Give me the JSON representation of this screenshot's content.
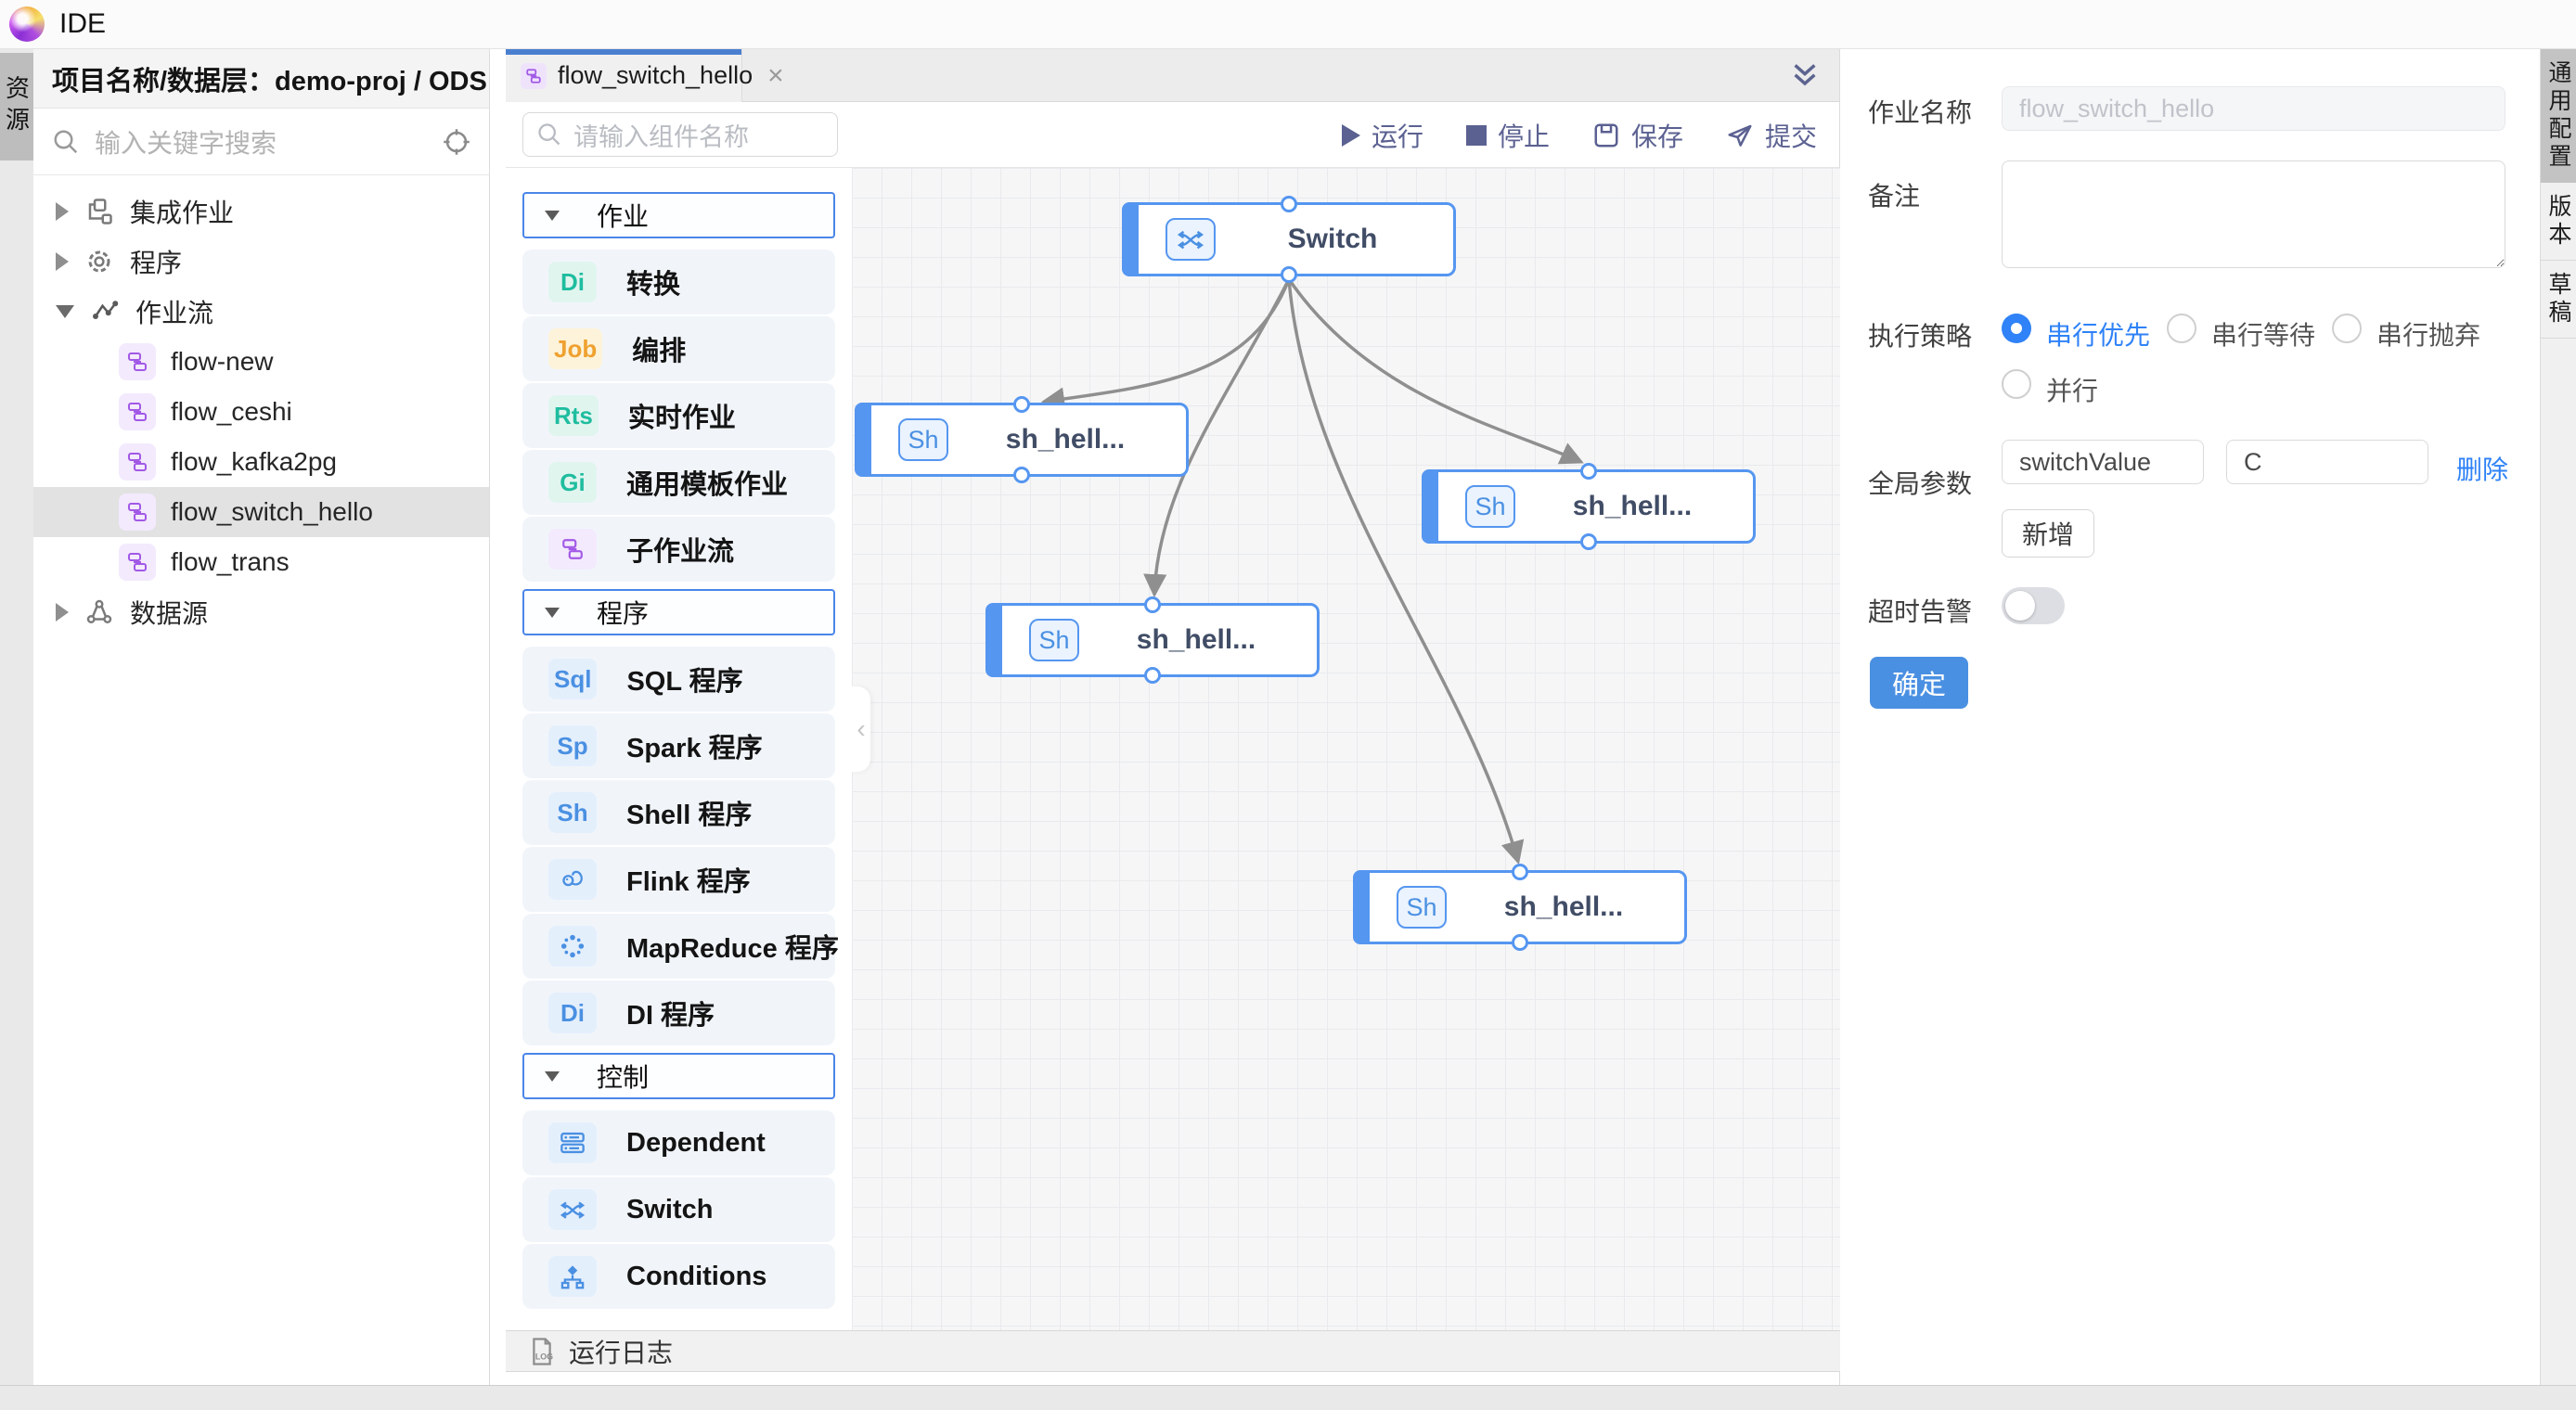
{
  "titlebar": {
    "app_title": "IDE"
  },
  "left_strip": {
    "tabs": [
      {
        "label": "资源",
        "active": true
      }
    ]
  },
  "sidebar": {
    "header": "项目名称/数据层：demo-proj / ODS",
    "search_placeholder": "输入关键字搜索",
    "tree": [
      {
        "label": "集成作业",
        "type": "group",
        "expanded": false
      },
      {
        "label": "程序",
        "type": "group",
        "expanded": false
      },
      {
        "label": "作业流",
        "type": "group",
        "expanded": true
      },
      {
        "label": "flow-new",
        "type": "flow"
      },
      {
        "label": "flow_ceshi",
        "type": "flow"
      },
      {
        "label": "flow_kafka2pg",
        "type": "flow"
      },
      {
        "label": "flow_switch_hello",
        "type": "flow",
        "selected": true
      },
      {
        "label": "flow_trans",
        "type": "flow"
      },
      {
        "label": "数据源",
        "type": "group",
        "expanded": false
      }
    ]
  },
  "tabs": {
    "items": [
      {
        "label": "flow_switch_hello",
        "active": true
      }
    ],
    "close_glyph": "×"
  },
  "toolbar": {
    "run": "运行",
    "stop": "停止",
    "save": "保存",
    "submit": "提交"
  },
  "palette": {
    "search_placeholder": "请输入组件名称",
    "sections": [
      {
        "title": "作业",
        "items": [
          {
            "badge": "Di",
            "style": "teal",
            "label": "转换"
          },
          {
            "badge": "Job",
            "style": "amber",
            "label": "编排"
          },
          {
            "badge": "Rts",
            "style": "teal",
            "label": "实时作业"
          },
          {
            "badge": "Gi",
            "style": "teal",
            "label": "通用模板作业"
          },
          {
            "badge": "",
            "style": "purple",
            "icon": "subflow-icon",
            "label": "子作业流"
          }
        ]
      },
      {
        "title": "程序",
        "items": [
          {
            "badge": "Sql",
            "style": "blue",
            "label": "SQL 程序"
          },
          {
            "badge": "Sp",
            "style": "blue",
            "label": "Spark 程序"
          },
          {
            "badge": "Sh",
            "style": "blue",
            "label": "Shell 程序"
          },
          {
            "badge": "",
            "style": "blue",
            "icon": "flink-icon",
            "label": "Flink 程序"
          },
          {
            "badge": "",
            "style": "blue",
            "icon": "mapreduce-icon",
            "label": "MapReduce 程序"
          },
          {
            "badge": "Di",
            "style": "blue",
            "label": "DI 程序"
          }
        ]
      },
      {
        "title": "控制",
        "items": [
          {
            "badge": "",
            "style": "blue",
            "icon": "dependent-icon",
            "label": "Dependent"
          },
          {
            "badge": "",
            "style": "blue",
            "icon": "switch-icon",
            "label": "Switch"
          },
          {
            "badge": "",
            "style": "blue",
            "icon": "conditions-icon",
            "label": "Conditions"
          }
        ]
      }
    ]
  },
  "canvas": {
    "collapse_glyph": "‹",
    "nodes": [
      {
        "label": "Switch",
        "kind": "switch"
      },
      {
        "label": "sh_hell...",
        "badge": "Sh",
        "kind": "shell"
      },
      {
        "label": "sh_hell...",
        "badge": "Sh",
        "kind": "shell"
      },
      {
        "label": "sh_hell...",
        "badge": "Sh",
        "kind": "shell"
      },
      {
        "label": "sh_hell...",
        "badge": "Sh",
        "kind": "shell"
      }
    ]
  },
  "logbar": {
    "label": "运行日志"
  },
  "inspector": {
    "job_name_label": "作业名称",
    "job_name_placeholder": "flow_switch_hello",
    "remark_label": "备注",
    "strategy_label": "执行策略",
    "strategies": [
      {
        "label": "串行优先",
        "checked": true
      },
      {
        "label": "串行等待",
        "checked": false
      },
      {
        "label": "串行抛弃",
        "checked": false
      },
      {
        "label": "并行",
        "checked": false
      }
    ],
    "params_label": "全局参数",
    "param_key": "switchValue",
    "param_value": "C",
    "delete_label": "删除",
    "add_label": "新增",
    "timeout_label": "超时告警",
    "timeout_on": false,
    "confirm_label": "确定"
  },
  "right_strip": {
    "tabs": [
      "通用配置",
      "版本",
      "草稿"
    ]
  },
  "colors": {
    "accent_blue": "#4a90e2",
    "node_border": "#5596f0",
    "edge_gray": "#8f8f8f",
    "radio_checked": "#2f82f7",
    "toolbar_icon": "#5b6191",
    "badge_teal": "#1fbd9f",
    "badge_amber": "#efa12f",
    "flow_purple": "#a259e6"
  }
}
